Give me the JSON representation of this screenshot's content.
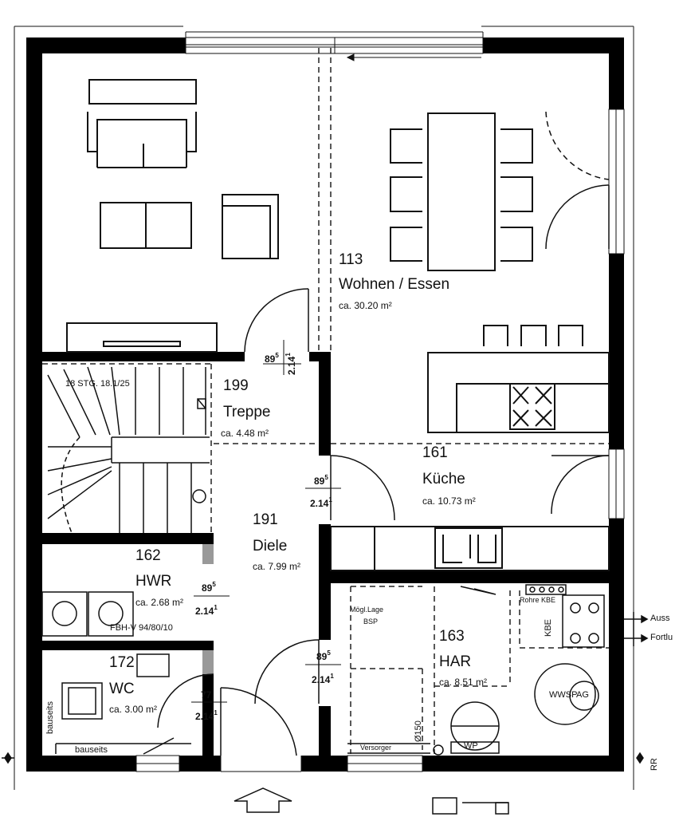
{
  "rooms": {
    "wohnen": {
      "number": "113",
      "name": "Wohnen / Essen",
      "area": "ca. 30.20 m²"
    },
    "treppe": {
      "number": "199",
      "name": "Treppe",
      "area": "ca. 4.48 m²",
      "steps": "18 STG. 18.1/25"
    },
    "kueche": {
      "number": "161",
      "name": "Küche",
      "area": "ca. 10.73 m²"
    },
    "diele": {
      "number": "191",
      "name": "Diele",
      "area": "ca. 7.99 m²"
    },
    "hwr": {
      "number": "162",
      "name": "HWR",
      "area": "ca. 2.68 m²"
    },
    "wc": {
      "number": "172",
      "name": "WC",
      "area": "ca. 3.00 m²"
    },
    "har": {
      "number": "163",
      "name": "HAR",
      "area": "ca. 8.51 m²"
    }
  },
  "door_dims": [
    {
      "width": "89",
      "sup": "5",
      "height": "2.14",
      "hsup": "1"
    },
    {
      "width": "89",
      "sup": "5",
      "height": "2.14",
      "hsup": "1"
    },
    {
      "width": "89",
      "sup": "5",
      "height": "2.14",
      "hsup": "1"
    },
    {
      "width": "89",
      "sup": "5",
      "height": "2.14",
      "hsup": "1"
    },
    {
      "width": "77",
      "sup": "",
      "height": "2.14",
      "hsup": "1"
    }
  ],
  "labels": {
    "fbh": "FBH-V 94/80/10",
    "bauseits_v": "bauseits",
    "bauseits_h": "bauseits",
    "moegl_lage": "Mögl.Lage",
    "bsp": "BSP",
    "rohre_kbe": "Rohre KBE",
    "kbe": "KBE",
    "wwsp": "WWSP",
    "ag": "AG",
    "wp": "WP",
    "versorger": "Versorger",
    "d150": "Ø150",
    "auss": "Auss",
    "fortl": "Fortlu",
    "rr": "RR"
  },
  "colors": {
    "wall": "#000000",
    "line": "#111111",
    "dash": "#222222"
  }
}
